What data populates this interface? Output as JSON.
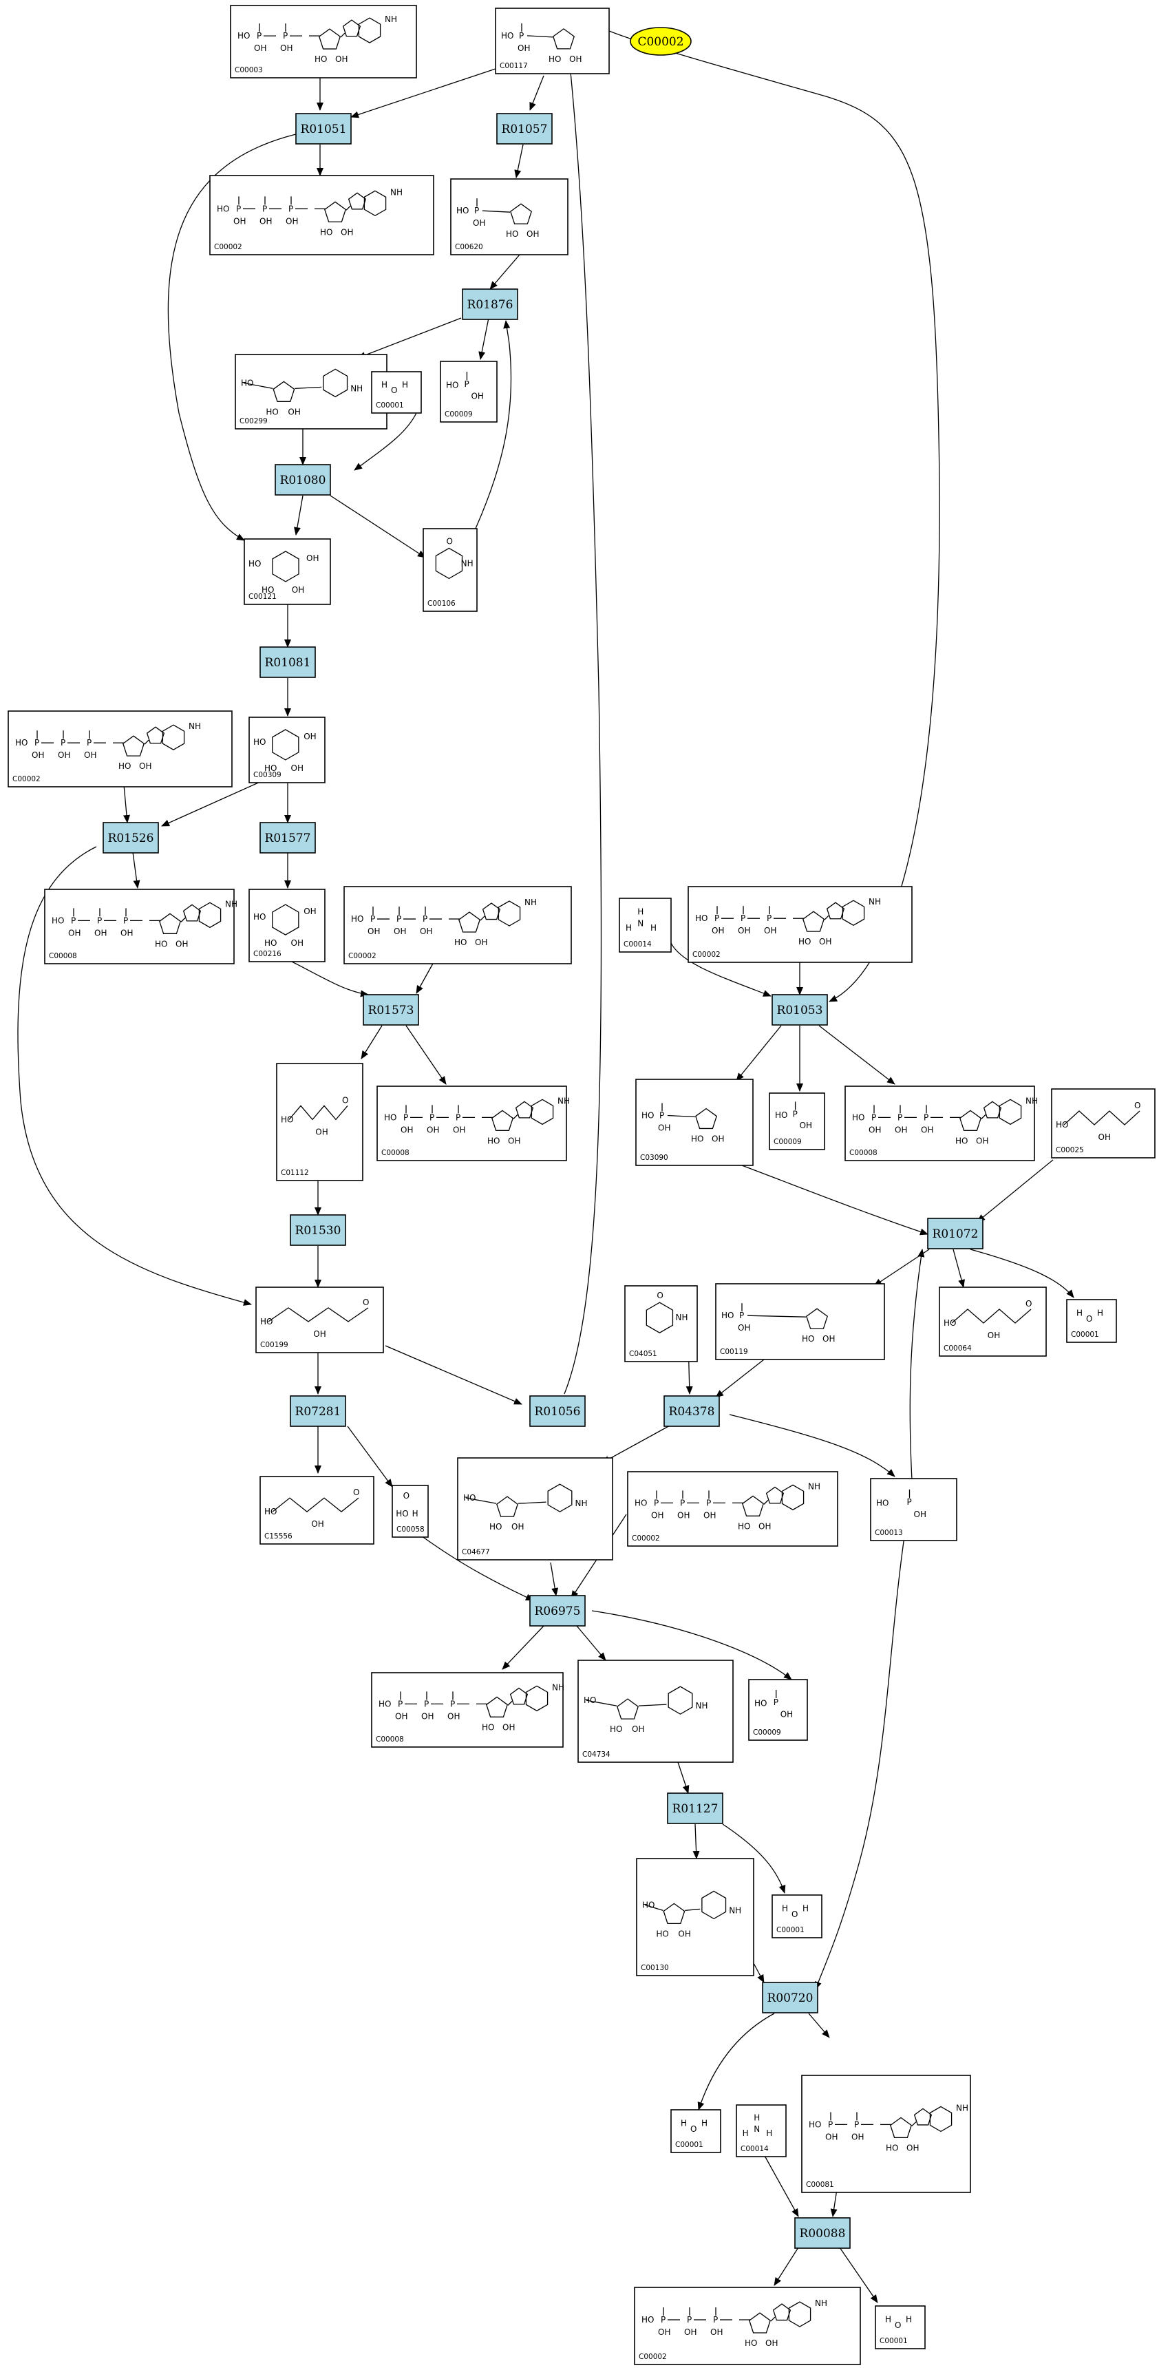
{
  "highlight": {
    "label": "C00002",
    "color": "#ffff00"
  },
  "colors": {
    "reaction_fill": "#add8e6",
    "compound_fill": "#ffffff",
    "stroke": "#000000"
  },
  "reactions": [
    {
      "id": "R01051"
    },
    {
      "id": "R01057"
    },
    {
      "id": "R01876"
    },
    {
      "id": "R01080"
    },
    {
      "id": "R01081"
    },
    {
      "id": "R01526"
    },
    {
      "id": "R01577"
    },
    {
      "id": "R01573"
    },
    {
      "id": "R01053"
    },
    {
      "id": "R01530"
    },
    {
      "id": "R01072"
    },
    {
      "id": "R07281"
    },
    {
      "id": "R01056"
    },
    {
      "id": "R04378"
    },
    {
      "id": "R06975"
    },
    {
      "id": "R01127"
    },
    {
      "id": "R00720"
    },
    {
      "id": "R00088"
    }
  ],
  "compounds": [
    {
      "id": "C00003",
      "mol": "nucleotide"
    },
    {
      "id": "C00117",
      "mol": "ribosephosphate"
    },
    {
      "id": "C00002",
      "mol": "nucleotide"
    },
    {
      "id": "C00620",
      "mol": "ribosephosphate"
    },
    {
      "id": "C00299",
      "mol": "nucleoside"
    },
    {
      "id": "C00001",
      "mol": "water"
    },
    {
      "id": "C00009",
      "mol": "phosphate"
    },
    {
      "id": "C00121",
      "mol": "sugar"
    },
    {
      "id": "C00106",
      "mol": "base"
    },
    {
      "id": "C00002",
      "mol": "nucleotide"
    },
    {
      "id": "C00309",
      "mol": "sugar"
    },
    {
      "id": "C00008",
      "mol": "nucleotide"
    },
    {
      "id": "C00216",
      "mol": "sugar"
    },
    {
      "id": "C00002",
      "mol": "nucleotide"
    },
    {
      "id": "C00014",
      "mol": "ammonia"
    },
    {
      "id": "C00002",
      "mol": "nucleotide"
    },
    {
      "id": "C01112",
      "mol": "chain"
    },
    {
      "id": "C00008",
      "mol": "nucleotide"
    },
    {
      "id": "C03090",
      "mol": "ribosephosphate"
    },
    {
      "id": "C00009",
      "mol": "phosphate"
    },
    {
      "id": "C00008",
      "mol": "nucleotide"
    },
    {
      "id": "C00025",
      "mol": "chain"
    },
    {
      "id": "C04051",
      "mol": "base"
    },
    {
      "id": "C00119",
      "mol": "ribosephosphate"
    },
    {
      "id": "C00064",
      "mol": "chain"
    },
    {
      "id": "C00001",
      "mol": "water"
    },
    {
      "id": "C00199",
      "mol": "chain"
    },
    {
      "id": "C15556",
      "mol": "chain"
    },
    {
      "id": "C00058",
      "mol": "small"
    },
    {
      "id": "C04677",
      "mol": "nucleoside"
    },
    {
      "id": "C00002",
      "mol": "nucleotide"
    },
    {
      "id": "C00013",
      "mol": "phosphate"
    },
    {
      "id": "C00008",
      "mol": "nucleotide"
    },
    {
      "id": "C04734",
      "mol": "nucleoside"
    },
    {
      "id": "C00009",
      "mol": "phosphate"
    },
    {
      "id": "C00001",
      "mol": "water"
    },
    {
      "id": "C00130",
      "mol": "nucleoside"
    },
    {
      "id": "C00001",
      "mol": "water"
    },
    {
      "id": "C00014",
      "mol": "ammonia"
    },
    {
      "id": "C00081",
      "mol": "nucleotide"
    },
    {
      "id": "C00002",
      "mol": "nucleotide"
    },
    {
      "id": "C00001",
      "mol": "water"
    }
  ]
}
